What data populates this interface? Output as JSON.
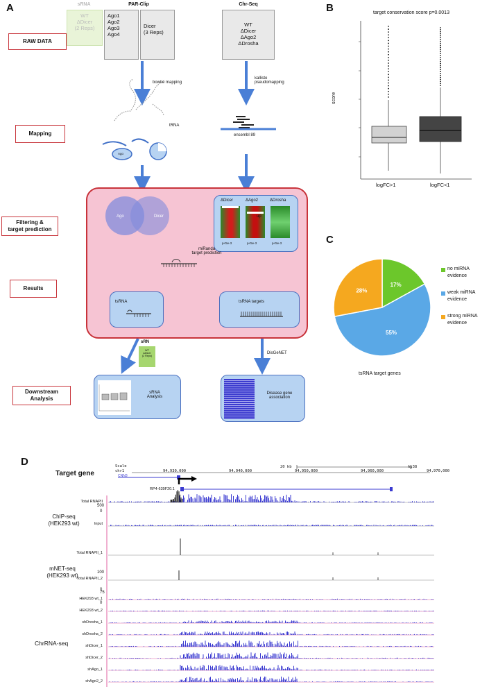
{
  "panelA": {
    "letter": "A",
    "stages": [
      "RAW DATA",
      "Mapping",
      "Filtering &\ntarget prediction",
      "Results",
      "Downstream\nAnalysis"
    ],
    "srna_title": "sRNA",
    "srna_doc": "WT\nΔDicer\n(2 Reps)",
    "parclip_title": "PAR-Clip",
    "parclip_doc1": "Ago1\nAgo2\nAgo3\nAgo4",
    "parclip_doc2": "Dicer\n(3 Reps)",
    "chrseq_title": "Chr-Seq",
    "chrseq_doc": "WT\nΔDicer\nΔAgo2\nΔDrosha",
    "bowtie": "bowtie mapping",
    "kallisto": "kallisto\npseudomapping",
    "trna": "tRNA",
    "ago_small": "Ago",
    "ensembl": "ensembl 89",
    "venn_left": "Ago",
    "venn_right": "Dicer",
    "heat_labels": [
      "ΔDicer",
      "ΔAgo2",
      "ΔDrosha"
    ],
    "heat_up": "up",
    "heat_p": [
      "p<5e-3",
      "p<5e-3",
      "p<5e-3"
    ],
    "miranda": "miRanda\ntarget prediction",
    "tsrna": "tsRNA",
    "tsrna_targets": "tsRNA targets",
    "srn_label": "sRN",
    "srn_doc": "WT\nΔDicer\n(2 Reps)",
    "disgenet": "DisGeNET",
    "srna_analysis": "sRNA\nAnalysis",
    "disease_assoc": "Disease gene\nassociation"
  },
  "panelB": {
    "letter": "B",
    "title": "target conservation score p=0.0013",
    "ylabel": "score",
    "xlabels": [
      "logFC>1",
      "logFC<1"
    ]
  },
  "panelC": {
    "letter": "C",
    "caption": "tsRNA target genes",
    "legend": [
      {
        "label": "no miRNA\nevidence",
        "color": "#6cc72b"
      },
      {
        "label": "weak miRNA\nevidence",
        "color": "#5aa8e6"
      },
      {
        "label": "strong miRNA\nevidence",
        "color": "#f5a81f"
      }
    ]
  },
  "chart_data": {
    "type": "pie",
    "categories": [
      "no miRNA evidence",
      "weak miRNA evidence",
      "strong miRNA evidence"
    ],
    "values": [
      17,
      55,
      28
    ],
    "labels": [
      "17%",
      "55%",
      "28%"
    ],
    "title": "tsRNA target genes"
  },
  "panelD": {
    "letter": "D",
    "target_gene": "Target gene",
    "scale": "Scale",
    "chr": "chr1",
    "scale_bar": "20 kb",
    "assembly": "hg38",
    "coords": [
      "94,930,000",
      "94,940,000",
      "94,950,000",
      "94,960,000",
      "94,970,000"
    ],
    "gene_name": "RP4-639F20.1",
    "gene_left": "CNN3",
    "groups": [
      "ChIP-seq\n(HEK293 wt)",
      "mNET-seq\n(HEK293 wt)",
      "ChrRNA-seq"
    ],
    "tracks": [
      "Total RNAPII",
      "Input",
      "Total RNAPII_1",
      "Total RNAPII_2",
      "HEK293 wt_1",
      "HEK293 wt_2",
      "shDrosha_1",
      "shDrosha_2",
      "shDicer_1",
      "shDicer_2",
      "shAgo_1",
      "shAgo2_2"
    ],
    "yvals": [
      "500",
      "0",
      "100",
      "0",
      "75",
      "0"
    ]
  },
  "colors": {
    "arrow": "#4a7fd6",
    "stage_border": "#c8333a",
    "panel_bg": "#f6c4d3",
    "box_fill": "#b7d3f2",
    "track": "#3a3ad0",
    "pink_axis": "#e060a0"
  }
}
